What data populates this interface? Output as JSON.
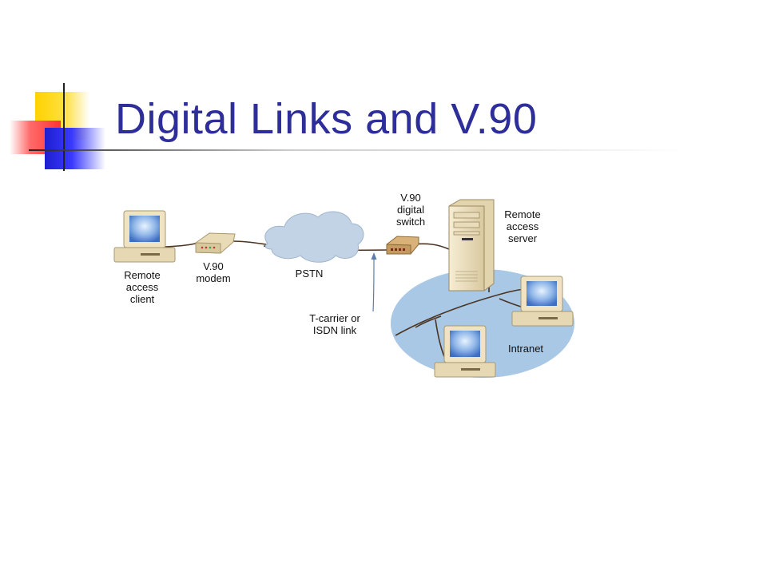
{
  "slide": {
    "title": "Digital Links and V.90"
  },
  "diagram": {
    "labels": {
      "client_1": "Remote",
      "client_2": "access",
      "client_3": "client",
      "modem_1": "V.90",
      "modem_2": "modem",
      "pstn": "PSTN",
      "switch_1": "V.90",
      "switch_2": "digital",
      "switch_3": "switch",
      "server_1": "Remote",
      "server_2": "access",
      "server_3": "server",
      "link_1": "T-carrier or",
      "link_2": "ISDN link",
      "intranet": "Intranet"
    },
    "colors": {
      "title": "#2e2e9a",
      "intranet_fill": "#a9c8e6",
      "cloud_fill": "#c3d3e6",
      "device_beige": "#efe3c2",
      "cable": "#4a3422"
    }
  }
}
